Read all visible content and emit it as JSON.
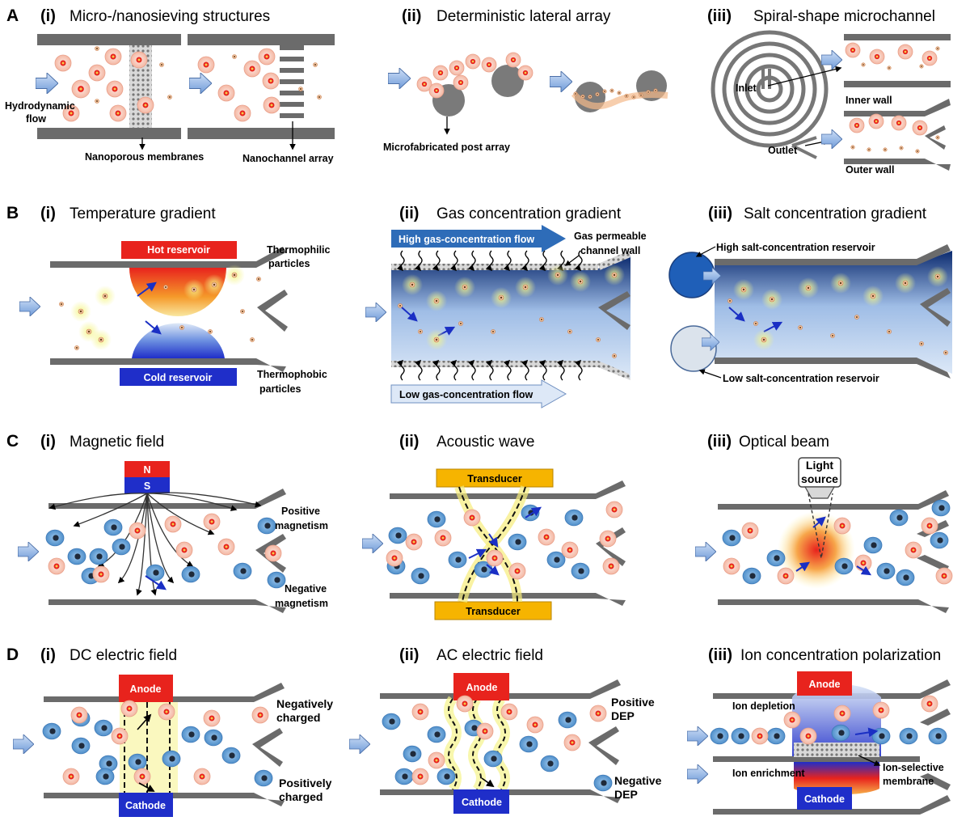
{
  "colors": {
    "wall": "#6b6b6b",
    "arrow": "#8fb2e6",
    "red_cell": "#f7c7b6",
    "blue_cell": "#6aa3d6",
    "hot": "#e8231d",
    "cold": "#1f2ec9",
    "transducer": "#f6b400"
  },
  "rows": [
    {
      "letter": "A",
      "panels": [
        {
          "num": "(i)",
          "title": "Micro-/nanosieving structures",
          "labels": [
            "Hydrodynamic",
            "flow",
            "Nanoporous membranes",
            "Nanochannel array"
          ]
        },
        {
          "num": "(ii)",
          "title": "Deterministic lateral array",
          "labels": [
            "Microfabricated post array"
          ]
        },
        {
          "num": "(iii)",
          "title": "Spiral-shape microchannel",
          "labels": [
            "Inlet",
            "Inner wall",
            "Outlet",
            "Outer wall"
          ]
        }
      ]
    },
    {
      "letter": "B",
      "panels": [
        {
          "num": "(i)",
          "title": "Temperature gradient",
          "labels": [
            "Hot reservoir",
            "Cold reservoir",
            "Thermophilic",
            "particles",
            "Thermophobic",
            "particles"
          ]
        },
        {
          "num": "(ii)",
          "title": "Gas concentration gradient",
          "labels": [
            "High gas-concentration flow",
            "Low gas-concentration flow",
            "Gas permeable",
            "channel wall"
          ]
        },
        {
          "num": "(iii)",
          "title": "Salt concentration gradient",
          "labels": [
            "High salt-concentration reservoir",
            "Low salt-concentration reservoir"
          ]
        }
      ]
    },
    {
      "letter": "C",
      "panels": [
        {
          "num": "(i)",
          "title": "Magnetic field",
          "labels": [
            "N",
            "S",
            "Positive",
            "magnetism",
            "Negative",
            "magnetism"
          ]
        },
        {
          "num": "(ii)",
          "title": "Acoustic wave",
          "labels": [
            "Transducer",
            "Transducer"
          ]
        },
        {
          "num": "(iii)",
          "title": "Optical beam",
          "labels": [
            "Light",
            "source"
          ]
        }
      ]
    },
    {
      "letter": "D",
      "panels": [
        {
          "num": "(i)",
          "title": "DC electric field",
          "labels": [
            "Anode",
            "Cathode",
            "Negatively",
            "charged",
            "Positively",
            "charged"
          ]
        },
        {
          "num": "(ii)",
          "title": "AC electric field",
          "labels": [
            "Anode",
            "Cathode",
            "Positive",
            "DEP",
            "Negative",
            "DEP"
          ]
        },
        {
          "num": "(iii)",
          "title": "Ion concentration polarization",
          "labels": [
            "Anode",
            "Cathode",
            "Ion depletion",
            "Ion enrichment",
            "Ion-selective",
            "membrane"
          ]
        }
      ]
    }
  ]
}
